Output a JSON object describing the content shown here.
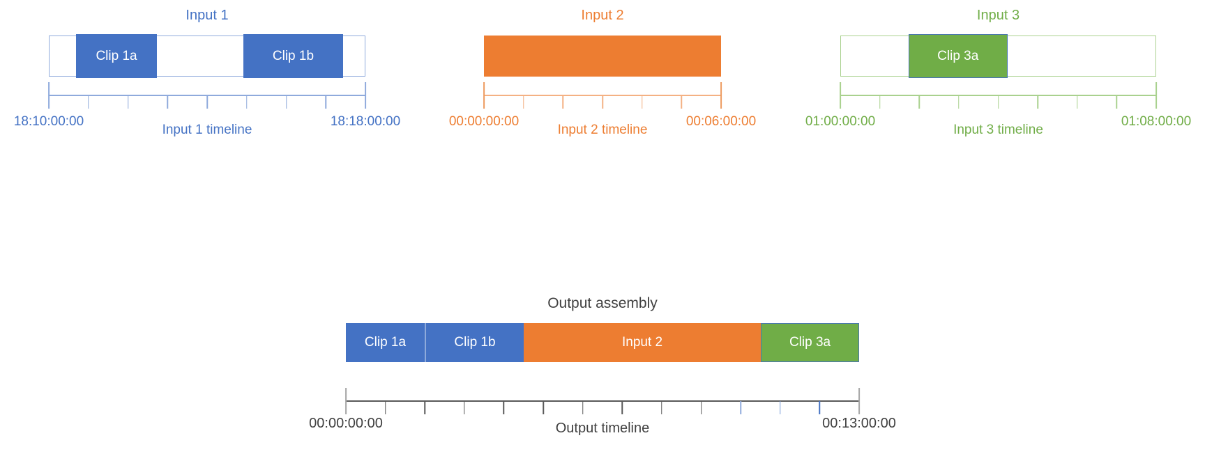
{
  "page": {
    "background": "#FFFFFF"
  },
  "sections": {
    "input1": {
      "title": "Input 1",
      "accent": "#4472C4",
      "start_time": "18:10:00:00",
      "end_time": "18:18:00:00",
      "timeline_label": "Input 1 timeline",
      "bar": {
        "outline_color": "#8FAADC",
        "clips": [
          {
            "label": "Clip 1a",
            "left_pct": 8.6,
            "width_pct": 25.55,
            "fill": "#4472C4",
            "text_color": "#FFFFFF"
          },
          {
            "label": "Clip 1b",
            "left_pct": 61.45,
            "width_pct": 31.5,
            "fill": "#4472C4",
            "text_color": "#FFFFFF"
          }
        ]
      },
      "ruler": {
        "intervals": 8,
        "line_color": "#8FAADC",
        "end_tick_color": "#8FAADC",
        "inner_tick_color": "#8FAADC"
      }
    },
    "input2": {
      "title": "Input 2",
      "accent": "#ED7D31",
      "start_time": "00:00:00:00",
      "end_time": "00:06:00:00",
      "timeline_label": "Input 2 timeline",
      "bar": {
        "fill": "#ED7D31"
      },
      "ruler": {
        "intervals": 6,
        "line_color": "#F4B183",
        "end_tick_color": "#ED9B60",
        "inner_tick_color": "#F4B183"
      }
    },
    "input3": {
      "title": "Input 3",
      "accent": "#70AD47",
      "start_time": "01:00:00:00",
      "end_time": "01:08:00:00",
      "timeline_label": "Input 3 timeline",
      "bar": {
        "outline_color": "#A9D18E",
        "clips": [
          {
            "label": "Clip 3a",
            "left_pct": 21.6,
            "width_pct": 31.3,
            "fill": "#70AD47",
            "border": "#4A77B0",
            "text_color": "#FFFFFF"
          }
        ]
      },
      "ruler": {
        "intervals": 8,
        "line_color": "#A9D18E",
        "end_tick_color": "#A9D18E",
        "inner_tick_color": "#A9D18E"
      }
    },
    "output": {
      "title": "Output assembly",
      "accent": "#404040",
      "start_time": "00:00:00:00",
      "end_time": "00:13:00:00",
      "timeline_label": "Output timeline",
      "bar": {
        "segments": [
          {
            "label": "Clip 1a",
            "left_pct": 0,
            "width_pct": 15.35,
            "fill": "#4472C4",
            "text_color": "#FFFFFF"
          },
          {
            "label": "Clip 1b",
            "left_pct": 15.35,
            "width_pct": 19.3,
            "fill": "#4472C4",
            "text_color": "#FFFFFF",
            "divider_left": true
          },
          {
            "label": "Input 2",
            "left_pct": 34.65,
            "width_pct": 46.2,
            "fill": "#ED7D31",
            "text_color": "#FFFFFF"
          },
          {
            "label": "Clip 3a",
            "left_pct": 80.85,
            "width_pct": 19.15,
            "fill": "#70AD47",
            "border": "#4A77B0",
            "text_color": "#FFFFFF"
          }
        ]
      },
      "ruler": {
        "intervals": 13,
        "line_color": "#595959",
        "end_tick_color": "#A6A6A6",
        "inner_tick_color": "#595959",
        "inner_tick_overrides": {
          "10": "#8FAADC",
          "11": "#7C9FD9",
          "12": "#4472C4"
        }
      }
    }
  }
}
